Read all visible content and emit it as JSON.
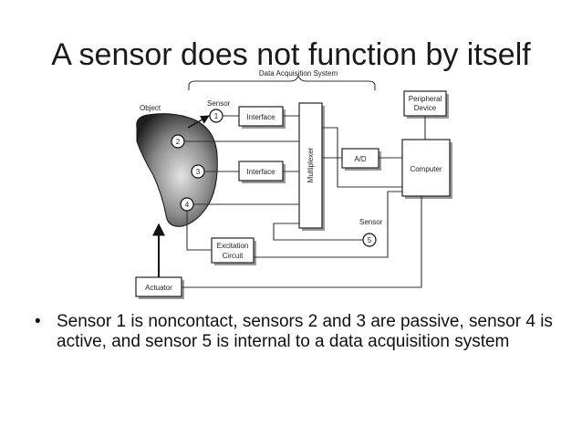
{
  "slide": {
    "title": "A sensor does not function by itself",
    "bullets": [
      "Sensor 1 is noncontact, sensors 2 and 3 are passive, sensor 4 is active, and sensor 5 is internal to a data acquisition system"
    ]
  },
  "diagram": {
    "daq_label": "Data Acquisition System",
    "object_label": "Object",
    "sensor_label": "Sensor",
    "sensor5_label": "Sensor",
    "interface1": "Interface",
    "interface2": "Interface",
    "multiplexer": "Multiplexer",
    "ad": "A/D",
    "computer": "Computer",
    "peripheral_line1": "Peripheral",
    "peripheral_line2": "Device",
    "excitation_line1": "Excitation",
    "excitation_line2": "Circuit",
    "actuator": "Actuator",
    "sensor_numbers": [
      "1",
      "2",
      "3",
      "4",
      "5"
    ]
  },
  "colors": {
    "text": "#1a1a1a",
    "object_dark": "#2a2a2a",
    "object_light": "#d8d8d8"
  }
}
